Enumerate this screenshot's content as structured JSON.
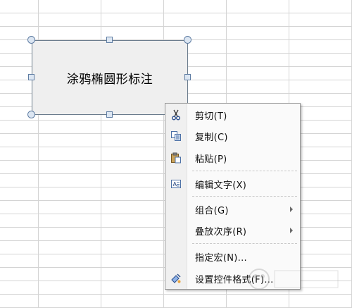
{
  "shape": {
    "text": "涂鸦椭圆形标注"
  },
  "context_menu": {
    "items": [
      {
        "id": "cut",
        "label": "剪切(T)",
        "icon": "scissors-icon",
        "submenu": false
      },
      {
        "id": "copy",
        "label": "复制(C)",
        "icon": "copy-icon",
        "submenu": false
      },
      {
        "id": "paste",
        "label": "粘贴(P)",
        "icon": "paste-icon",
        "submenu": false
      },
      {
        "id": "edit-text",
        "label": "编辑文字(X)",
        "icon": "edit-text-icon",
        "submenu": false
      },
      {
        "id": "group",
        "label": "组合(G)",
        "icon": "",
        "submenu": true
      },
      {
        "id": "order",
        "label": "叠放次序(R)",
        "icon": "",
        "submenu": true
      },
      {
        "id": "assign-macro",
        "label": "指定宏(N)...",
        "icon": "",
        "submenu": false
      },
      {
        "id": "format-control",
        "label": "设置控件格式(F)...",
        "icon": "format-control-icon",
        "submenu": false
      }
    ]
  },
  "colors": {
    "grid_line": "#d4d4d4",
    "shape_fill": "#efefef",
    "handle_fill": "#dce6f2",
    "menu_bg": "#fafafa"
  }
}
